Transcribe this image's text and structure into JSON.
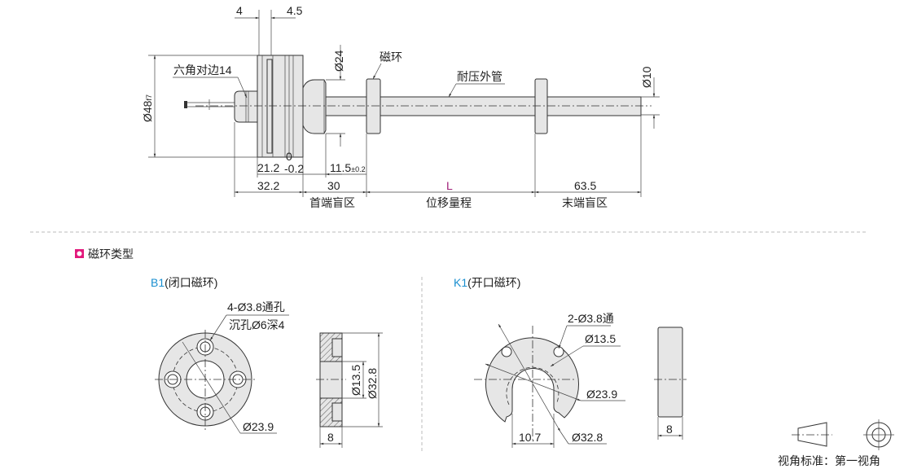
{
  "main_drawing": {
    "dim_4": "4",
    "dim_4_5": "4.5",
    "dim_d24": "Ø24",
    "label_magnet_ring": "磁环",
    "label_hex": "六角对边14",
    "label_tube": "耐压外管",
    "dim_d10": "Ø10",
    "dim_d48": "Ø48",
    "dim_d48_tol": "f7",
    "dim_21_2": "21.2",
    "dim_21_2_tol_upper": "0",
    "dim_21_2_tol_lower": "-0.2",
    "dim_11_5": "11.5",
    "dim_11_5_tol": "±0.2",
    "dim_32_2": "32.2",
    "dim_30": "30",
    "dim_L": "L",
    "dim_63_5": "63.5",
    "zone_head": "首端盲区",
    "zone_stroke": "位移量程",
    "zone_tail": "末端盲区",
    "colors": {
      "L": "#a0207a",
      "accent": "#e2197c",
      "blue": "#1a8fd0"
    }
  },
  "section": {
    "title": "磁环类型",
    "b1": {
      "code": "B1",
      "name": "(闭口磁环)",
      "hole_note_1": "4-Ø3.8通孔",
      "hole_note_2": "沉孔Ø6深4",
      "dim_pcd": "Ø23.9",
      "dim_inner": "Ø13.5",
      "dim_outer": "Ø32.8",
      "dim_width": "8"
    },
    "k1": {
      "code": "K1",
      "name": "(开口磁环)",
      "hole_note": "2-Ø3.8通",
      "dim_inner": "Ø13.5",
      "dim_pcd": "Ø23.9",
      "dim_outer": "Ø32.8",
      "dim_slot": "10.7",
      "dim_width": "8"
    }
  },
  "projection": {
    "label": "视角标准：第一视角"
  }
}
